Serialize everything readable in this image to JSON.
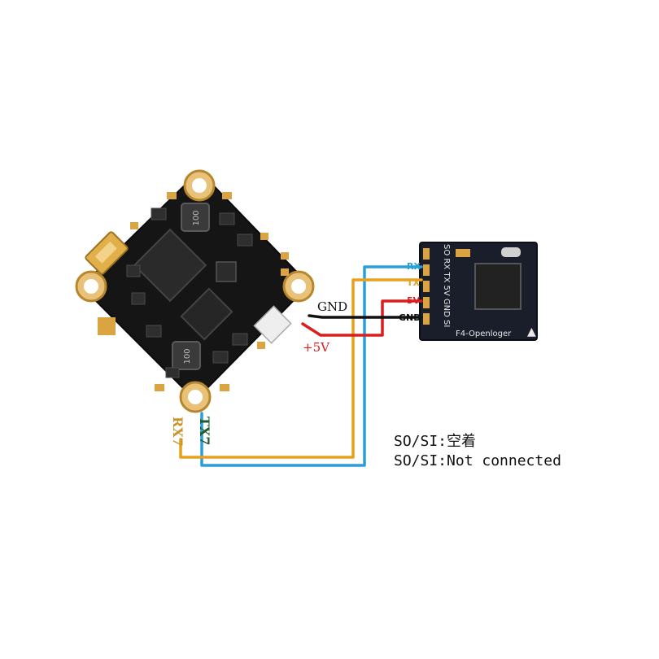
{
  "fc_labels": {
    "gnd": "GND",
    "v5": "+5V",
    "rx7": "RX7",
    "tx7": "TX7",
    "inductor_1": "100",
    "inductor_2": "100"
  },
  "logger": {
    "name": "F4-Openloger",
    "pin_row": "SO RX TX 5V GND SI",
    "wire_labels": {
      "rx": "RX",
      "tx": "TX",
      "v5": "5V",
      "gnd": "GND"
    }
  },
  "notes": {
    "line_cn": "SO/SI:空着",
    "line_en": "SO/SI:Not connected"
  },
  "colors": {
    "wire_rx": "#2a9fd6",
    "wire_tx": "#e6a11f",
    "wire_5v": "#d81e1e",
    "wire_gnd": "#111111",
    "board": "#151515",
    "pad_gold": "#d9a441",
    "label_rx7": "#c9922a",
    "label_tx7": "#1e5a2a"
  }
}
